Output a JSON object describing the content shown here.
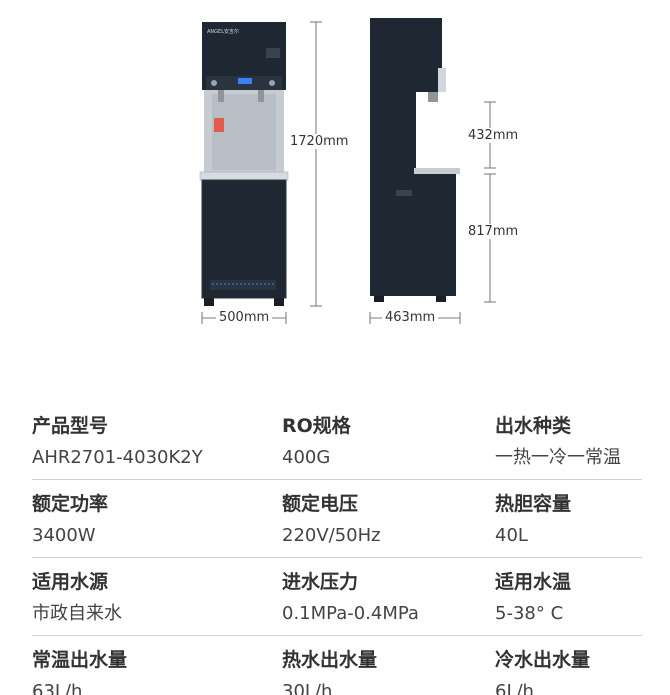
{
  "figure": {
    "brand_logo": "ANGEL安吉尔",
    "dims": {
      "height_total": "1720mm",
      "front_width": "500mm",
      "side_depth": "463mm",
      "upper_height": "432mm",
      "lower_height": "817mm"
    },
    "colors": {
      "cabinet": "#1f2733",
      "panel": "#2a3340",
      "steel": "#c7ccd1",
      "indicator": "#3b82f6"
    }
  },
  "specs": [
    [
      {
        "label": "产品型号",
        "value": "AHR2701-4030K2Y"
      },
      {
        "label": "RO规格",
        "value": "400G"
      },
      {
        "label": "出水种类",
        "value": "一热一冷一常温"
      }
    ],
    [
      {
        "label": "额定功率",
        "value": "3400W"
      },
      {
        "label": "额定电压",
        "value": "220V/50Hz"
      },
      {
        "label": "热胆容量",
        "value": "40L"
      }
    ],
    [
      {
        "label": "适用水源",
        "value": "市政自来水"
      },
      {
        "label": "进水压力",
        "value": "0.1MPa-0.4MPa"
      },
      {
        "label": "适用水温",
        "value": "5-38° C"
      }
    ],
    [
      {
        "label": "常温出水量",
        "value": "63L/h"
      },
      {
        "label": "热水出水量",
        "value": "30L/h"
      },
      {
        "label": "冷水出水量",
        "value": "6L/h"
      }
    ]
  ]
}
